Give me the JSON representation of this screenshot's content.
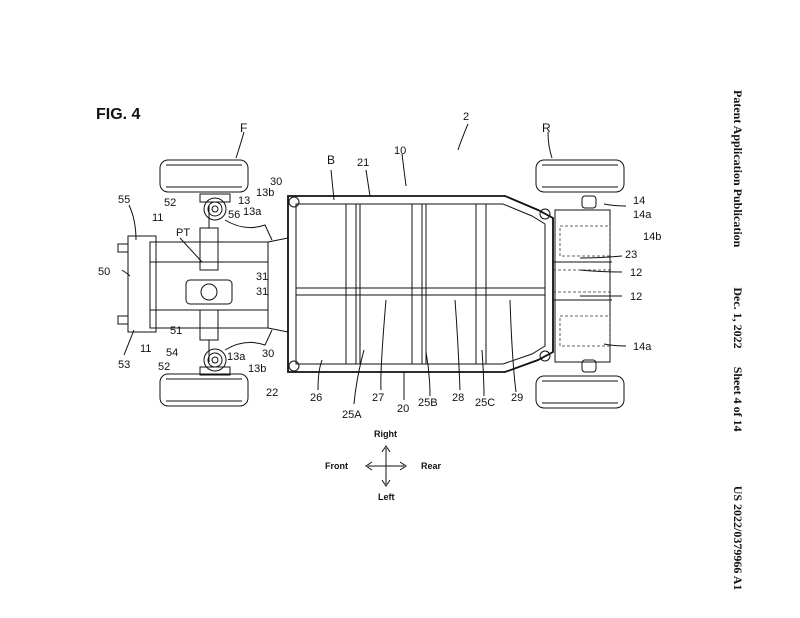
{
  "header": {
    "pub_type": "Patent Application Publication",
    "date": "Dec. 1, 2022",
    "sheet": "Sheet 4 of 14",
    "number": "US 2022/0379966 A1"
  },
  "figure": {
    "title": "FIG. 4",
    "labels": {
      "n2": "2",
      "F": "F",
      "R": "R",
      "n10": "10",
      "B": "B",
      "n21": "21",
      "n55": "55",
      "n11a": "11",
      "n11b": "11",
      "n50": "50",
      "n53": "53",
      "PT": "PT",
      "n52a": "52",
      "n52b": "52",
      "n56": "56",
      "n13": "13",
      "n13a_1": "13a",
      "n13a_2": "13a",
      "n13b_1": "13b",
      "n13b_2": "13b",
      "n30a": "30",
      "n30b": "30",
      "n31a": "31",
      "n31b": "31",
      "n51": "51",
      "n54": "54",
      "n22": "22",
      "n26": "26",
      "n25A": "25A",
      "n27": "27",
      "n20": "20",
      "n25B": "25B",
      "n28": "28",
      "n25C": "25C",
      "n29": "29",
      "n14": "14",
      "n14a_1": "14a",
      "n14a_2": "14a",
      "n14b": "14b",
      "n23": "23",
      "n12a": "12",
      "n12b": "12"
    },
    "directions": {
      "right": "Right",
      "left": "Left",
      "front": "Front",
      "rear": "Rear"
    }
  }
}
